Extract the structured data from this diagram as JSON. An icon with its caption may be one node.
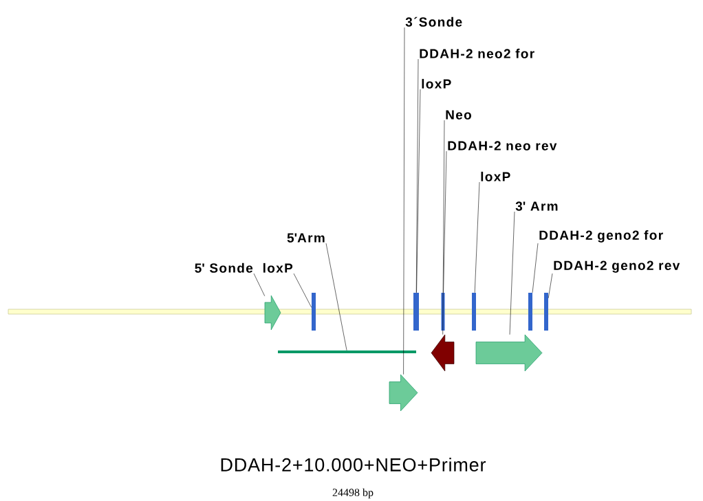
{
  "diagram": {
    "title": "DDAH-2+10.000+NEO+Primer",
    "nodes": [
      {
        "text": [
          "3´Sonde"
        ]
      },
      {
        "text": [
          "DDAH-2 neo2 for"
        ]
      },
      {
        "text": [
          "loxP"
        ]
      },
      {
        "text": [
          "Neo"
        ]
      },
      {
        "text": [
          "DDAH-2 neo rev"
        ]
      },
      {
        "text": [
          "loxP"
        ]
      },
      {
        "text": [
          "3' Arm"
        ]
      },
      {
        "text": [
          "5'Arm"
        ]
      },
      {
        "text": [
          "DDAH-2 geno2 for"
        ]
      },
      {
        "text": [
          "5' Sonde"
        ]
      },
      {
        "text": [
          "loxP"
        ]
      },
      {
        "text": [
          "DDAH-2 geno2 rev"
        ]
      },
      {
        "text": [],
        "shape": "arrow"
      },
      {
        "text": [],
        "shape": "bar"
      },
      {
        "text": [],
        "shape": "line"
      },
      {
        "text": [],
        "shape": "arrow"
      },
      {
        "text": [],
        "shape": "bar"
      },
      {
        "text": [],
        "shape": "bar"
      },
      {
        "text": [],
        "shape": "arrow"
      },
      {
        "text": [],
        "shape": "bar"
      },
      {
        "text": [],
        "shape": "arrow"
      },
      {
        "text": [],
        "shape": "bar"
      },
      {
        "text": [],
        "shape": "bar"
      }
    ],
    "edges": [
      {
        "from": 0,
        "to": 15,
        "arrow": "none"
      },
      {
        "from": 1,
        "to": 16,
        "arrow": "none"
      },
      {
        "from": 2,
        "to": 16,
        "arrow": "none"
      },
      {
        "from": 3,
        "to": 18,
        "arrow": "none"
      },
      {
        "from": 4,
        "to": 17,
        "arrow": "none"
      },
      {
        "from": 5,
        "to": 19,
        "arrow": "none"
      },
      {
        "from": 6,
        "to": 20,
        "arrow": "none"
      },
      {
        "from": 7,
        "to": 14,
        "arrow": "none"
      },
      {
        "from": 8,
        "to": 21,
        "arrow": "none"
      },
      {
        "from": 9,
        "to": 12,
        "arrow": "none"
      },
      {
        "from": 10,
        "to": 13,
        "arrow": "none"
      },
      {
        "from": 11,
        "to": 22,
        "arrow": "none"
      }
    ],
    "labels": [
      "24498 bp"
    ]
  }
}
